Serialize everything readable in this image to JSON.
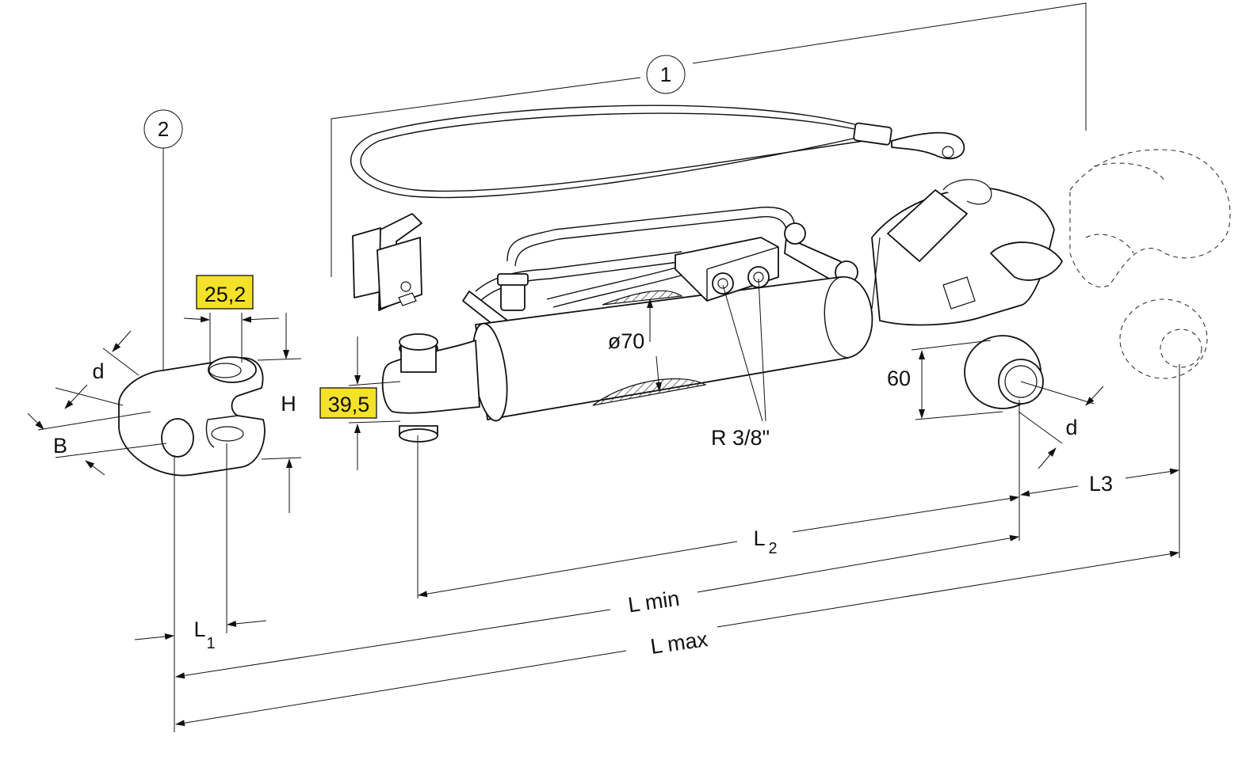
{
  "colors": {
    "highlight": "#f4e12a",
    "ink": "#111111"
  },
  "callouts": {
    "assembly": "1",
    "clevis": "2"
  },
  "dimensions": {
    "clevis_bore_width": "25,2",
    "eye_thickness": "39,5",
    "cylinder_diameter": "ø70",
    "port_thread": "R 3/8\"",
    "ball_height": "60",
    "d_clevis": "d",
    "d_ball": "d",
    "B": "B",
    "H": "H",
    "L1_main": "L",
    "L1_sub": "1",
    "L2_main": "L",
    "L2_sub": "2",
    "L3": "L3",
    "L_min": "L min",
    "L_max": "L max"
  },
  "highlighted_values": [
    "25,2",
    "39,5"
  ]
}
